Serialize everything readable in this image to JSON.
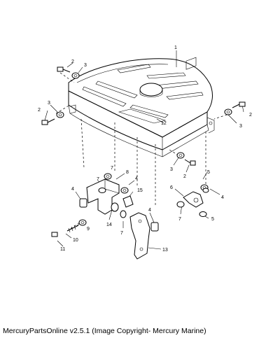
{
  "caption": "MercuryPartsOnline v2.5.1 (Image Copyright- Mercury Marine)",
  "callouts": {
    "c1": "1",
    "c2a": "2",
    "c3a": "3",
    "c2b": "2",
    "c3b": "3",
    "c2c": "2",
    "c3c": "3",
    "c12": "12",
    "c3d": "3",
    "c2d": "2",
    "c5a": "5",
    "c4a": "4",
    "c6": "6",
    "c7a": "7",
    "c5b": "5",
    "c7b": "7",
    "c8": "8",
    "c7c": "7",
    "c4b": "4",
    "c15": "15",
    "c4c": "4",
    "c14": "14",
    "c7d": "7",
    "c9": "9",
    "c10": "10",
    "c4d": "4",
    "c11": "11",
    "c13": "13"
  }
}
